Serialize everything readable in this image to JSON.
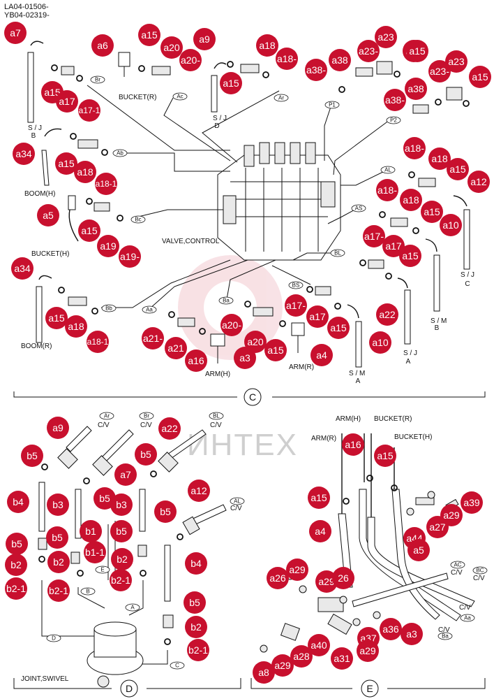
{
  "header": {
    "line1": "LA04-01506-",
    "line2": "YB04-02319-"
  },
  "watermark": "ИНТЕХ",
  "sections": [
    "C",
    "D",
    "E"
  ],
  "labels": [
    "BUCKET(R)",
    "S / J",
    "D",
    "S / J",
    "B",
    "BOOM(H)",
    "BUCKET(H)",
    "VALVE,CONTROL",
    "BOOM(R)",
    "ARM(H)",
    "ARM(R)",
    "S / M",
    "A",
    "S / J",
    "A",
    "S / M",
    "B",
    "S / J",
    "C",
    "C/V",
    "C/V",
    "C/V",
    "C/V",
    "JOINT,SWIVEL",
    "ARM(H)",
    "BUCKET(R)",
    "ARM(R)",
    "BUCKET(H)",
    "C/V",
    "C/V",
    "C/V",
    "C/V"
  ],
  "tags": [
    "Br",
    "Ac",
    "Ar",
    "P1",
    "P2",
    "Ab",
    "AL",
    "AS",
    "Bc",
    "BL",
    "Bb",
    "BS",
    "Aa",
    "Ba",
    "Ar",
    "Br",
    "BL",
    "AL",
    "E",
    "B",
    "A",
    "D",
    "C",
    "AC",
    "BC",
    "Aa",
    "Ba"
  ],
  "callouts": [
    "a7",
    "a6",
    "a15",
    "a20",
    "a9",
    "a18",
    "a38",
    "a23",
    "a15",
    "a23",
    "a15",
    "a15",
    "a17",
    "a17-1",
    "a15",
    "a20-",
    "a18-",
    "a15",
    "a38-",
    "a38",
    "a38-",
    "a23-",
    "a23-",
    "a34",
    "a15",
    "a18",
    "a18-1",
    "a18-",
    "a18",
    "a15",
    "a12",
    "a5",
    "a15",
    "a19",
    "a19-",
    "a18-",
    "a18",
    "a15",
    "a10",
    "a17-",
    "a17",
    "a15",
    "a34",
    "a15",
    "a18",
    "a18-1",
    "a17-",
    "a17",
    "a15",
    "a22",
    "a20-",
    "a21-",
    "a21",
    "a16",
    "a3",
    "a20",
    "a15",
    "a4",
    "a10",
    "a9",
    "a7",
    "a22",
    "b5",
    "b5",
    "b4",
    "b3",
    "b5",
    "b3",
    "a12",
    "b5",
    "b5",
    "b1",
    "b5",
    "b5",
    "b1-1",
    "b4",
    "b2",
    "b2",
    "b2",
    "b2-1",
    "b2-1",
    "b2-1",
    "b5",
    "b2",
    "b2-1",
    "a16",
    "a15",
    "a15",
    "a4",
    "a44",
    "a27",
    "a29",
    "a39",
    "a5",
    "a26",
    "a29",
    "a29",
    "26",
    "a3",
    "a36",
    "a37",
    "a29",
    "a31",
    "a40",
    "a28",
    "a29",
    "a8"
  ]
}
